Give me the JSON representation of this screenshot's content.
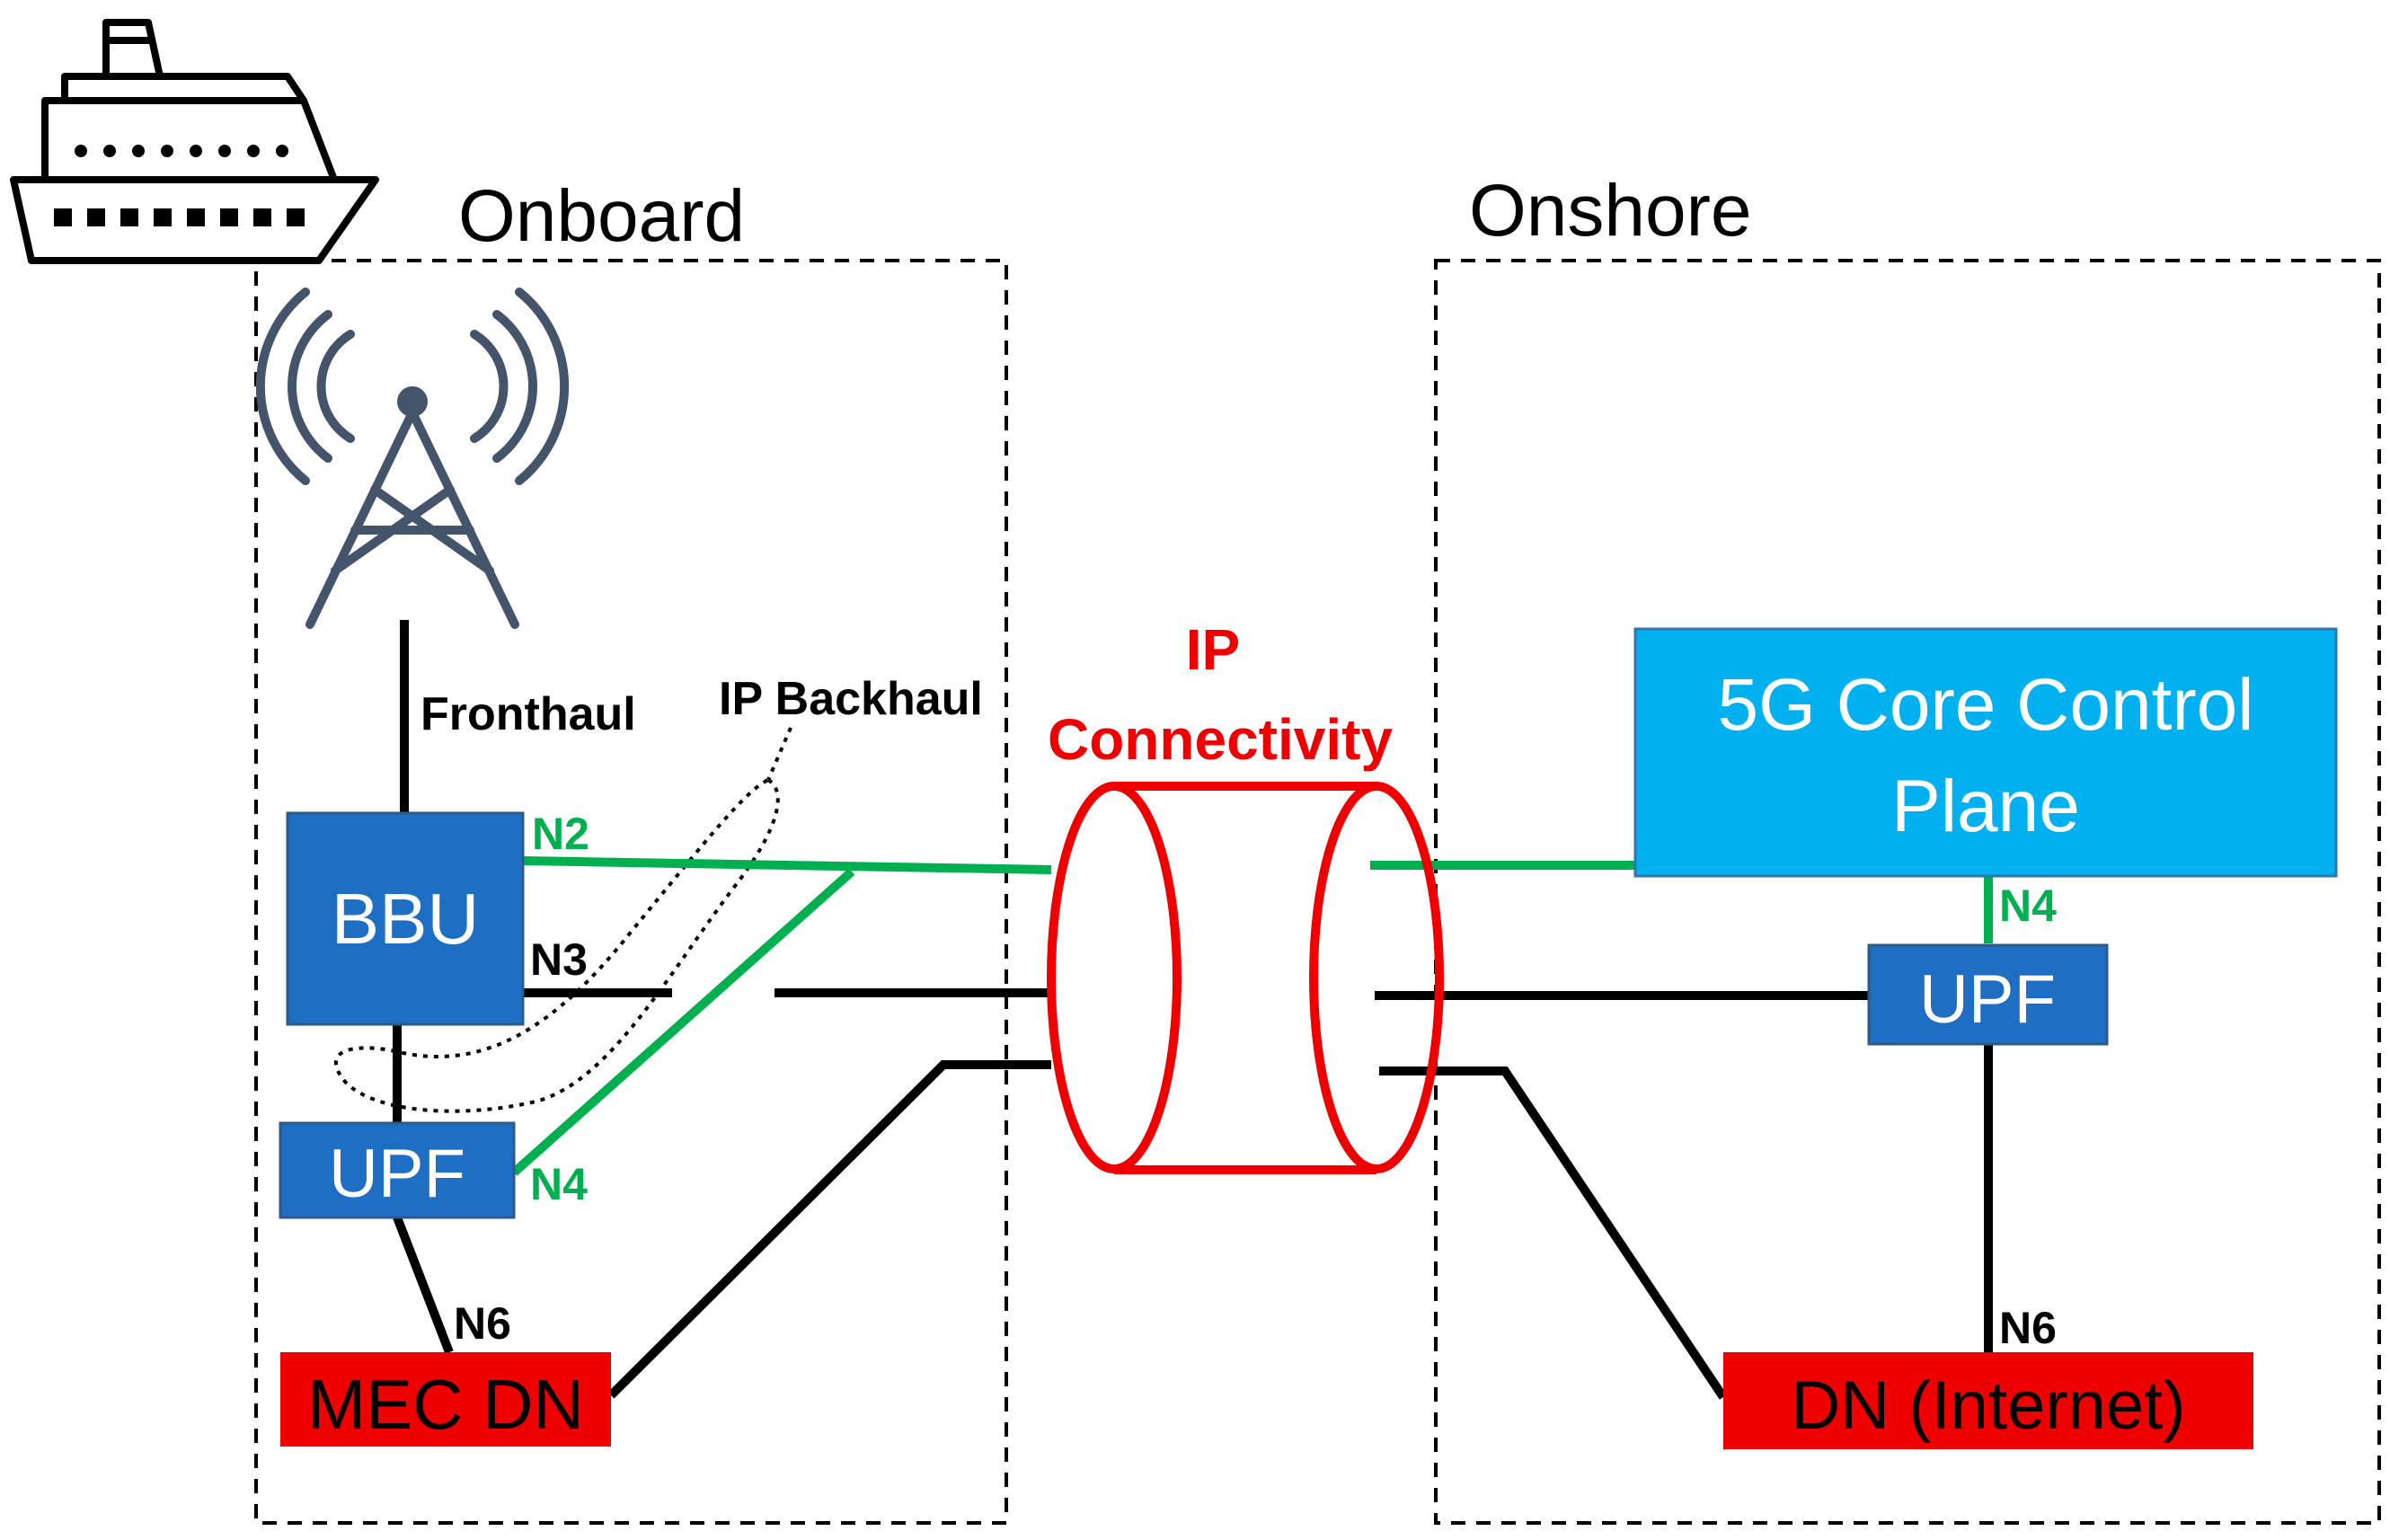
{
  "regions": {
    "onboard": "Onboard",
    "onshore": "Onshore"
  },
  "nodes": {
    "bbu": "BBU",
    "upf_onboard": "UPF",
    "mec_dn": "MEC DN",
    "core_control": [
      "5G Core Control",
      "Plane"
    ],
    "upf_onshore": "UPF",
    "dn_internet": "DN (Internet)"
  },
  "links": {
    "fronthaul": "Fronthaul",
    "ip_backhaul": "IP Backhaul",
    "ip_connectivity": [
      "IP",
      "Connectivity"
    ]
  },
  "interfaces": {
    "n2": "N2",
    "n3": "N3",
    "n4_onboard": "N4",
    "n6_onboard": "N6",
    "n4_onshore": "N4",
    "n6_onshore": "N6"
  },
  "icons": {
    "ship": "ship-icon",
    "tower": "antenna-tower-icon"
  },
  "colors": {
    "node_blue": "#1e6fc4",
    "core_cyan": "#00b0ef",
    "dn_red": "#ee0000",
    "control_green": "#00b050",
    "link_black": "#000000"
  }
}
